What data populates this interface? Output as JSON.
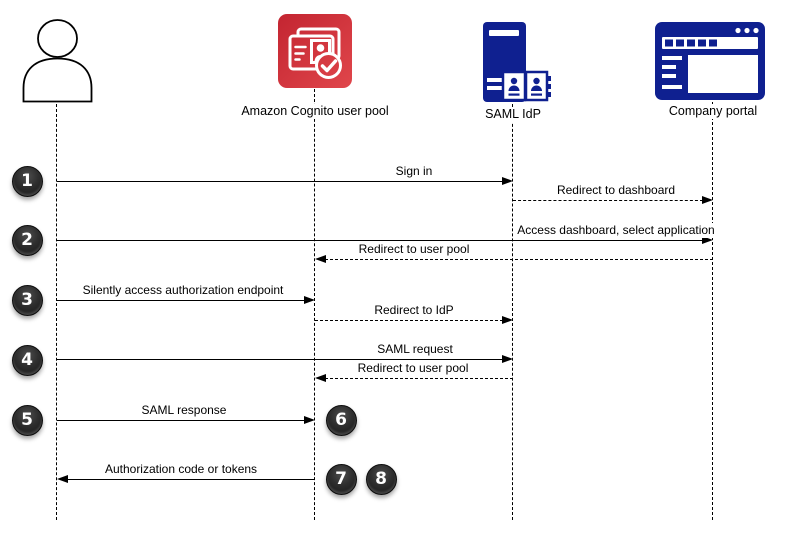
{
  "diagram": {
    "type": "sequence-diagram",
    "subject": "SAML IdP-initiated sign-in flow with Amazon Cognito"
  },
  "colors": {
    "navy": "#0f2090",
    "cognito_red_start": "#c32531",
    "cognito_red_end": "#e0464b"
  },
  "actors": [
    {
      "id": "user",
      "label": "",
      "icon": "person-icon"
    },
    {
      "id": "cognito",
      "label": "Amazon Cognito user pool",
      "icon": "cognito-user-pool-icon"
    },
    {
      "id": "saml-idp",
      "label": "SAML IdP",
      "icon": "saml-idp-server-icon"
    },
    {
      "id": "portal",
      "label": "Company portal",
      "icon": "browser-window-icon"
    }
  ],
  "messages": [
    {
      "label": "Sign in",
      "from": "user",
      "to": "saml-idp",
      "line": "solid"
    },
    {
      "label": "Redirect to dashboard",
      "from": "saml-idp",
      "to": "portal",
      "line": "dashed"
    },
    {
      "label": "Access dashboard, select application",
      "from": "user",
      "to": "portal",
      "line": "solid"
    },
    {
      "label": "Redirect to user pool",
      "from": "portal",
      "to": "cognito",
      "line": "dashed"
    },
    {
      "label": "Silently access authorization endpoint",
      "from": "user",
      "to": "cognito",
      "line": "solid"
    },
    {
      "label": "Redirect to IdP",
      "from": "cognito",
      "to": "saml-idp",
      "line": "dashed"
    },
    {
      "label": "SAML request",
      "from": "user",
      "to": "saml-idp",
      "line": "solid"
    },
    {
      "label": "Redirect to user pool",
      "from": "saml-idp",
      "to": "cognito",
      "line": "dashed"
    },
    {
      "label": "SAML response",
      "from": "user",
      "to": "cognito",
      "line": "solid"
    },
    {
      "label": "Authorization code or tokens",
      "from": "cognito",
      "to": "user",
      "line": "solid"
    }
  ],
  "badges": [
    {
      "label": "1"
    },
    {
      "label": "2"
    },
    {
      "label": "3"
    },
    {
      "label": "4"
    },
    {
      "label": "5"
    },
    {
      "label": "6"
    },
    {
      "label": "7"
    },
    {
      "label": "8"
    }
  ]
}
